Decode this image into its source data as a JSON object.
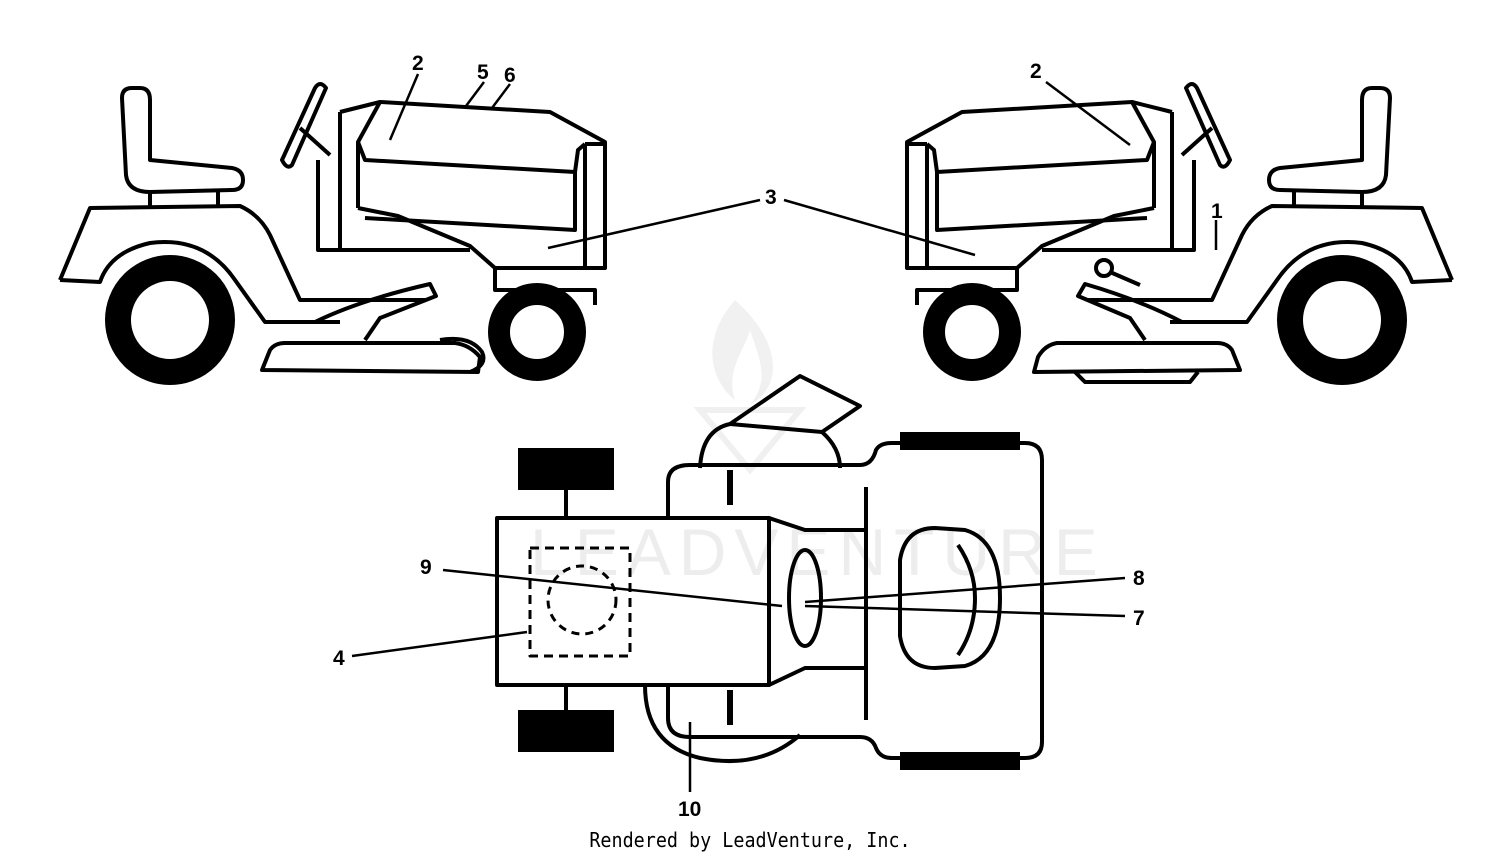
{
  "credit": "Rendered by LeadVenture, Inc.",
  "watermark": "LEADVENTURE",
  "callouts": {
    "c1": "1",
    "c2_left": "2",
    "c2_right": "2",
    "c3": "3",
    "c4": "4",
    "c5": "5",
    "c6": "6",
    "c7": "7",
    "c8": "8",
    "c9": "9",
    "c10": "10"
  }
}
